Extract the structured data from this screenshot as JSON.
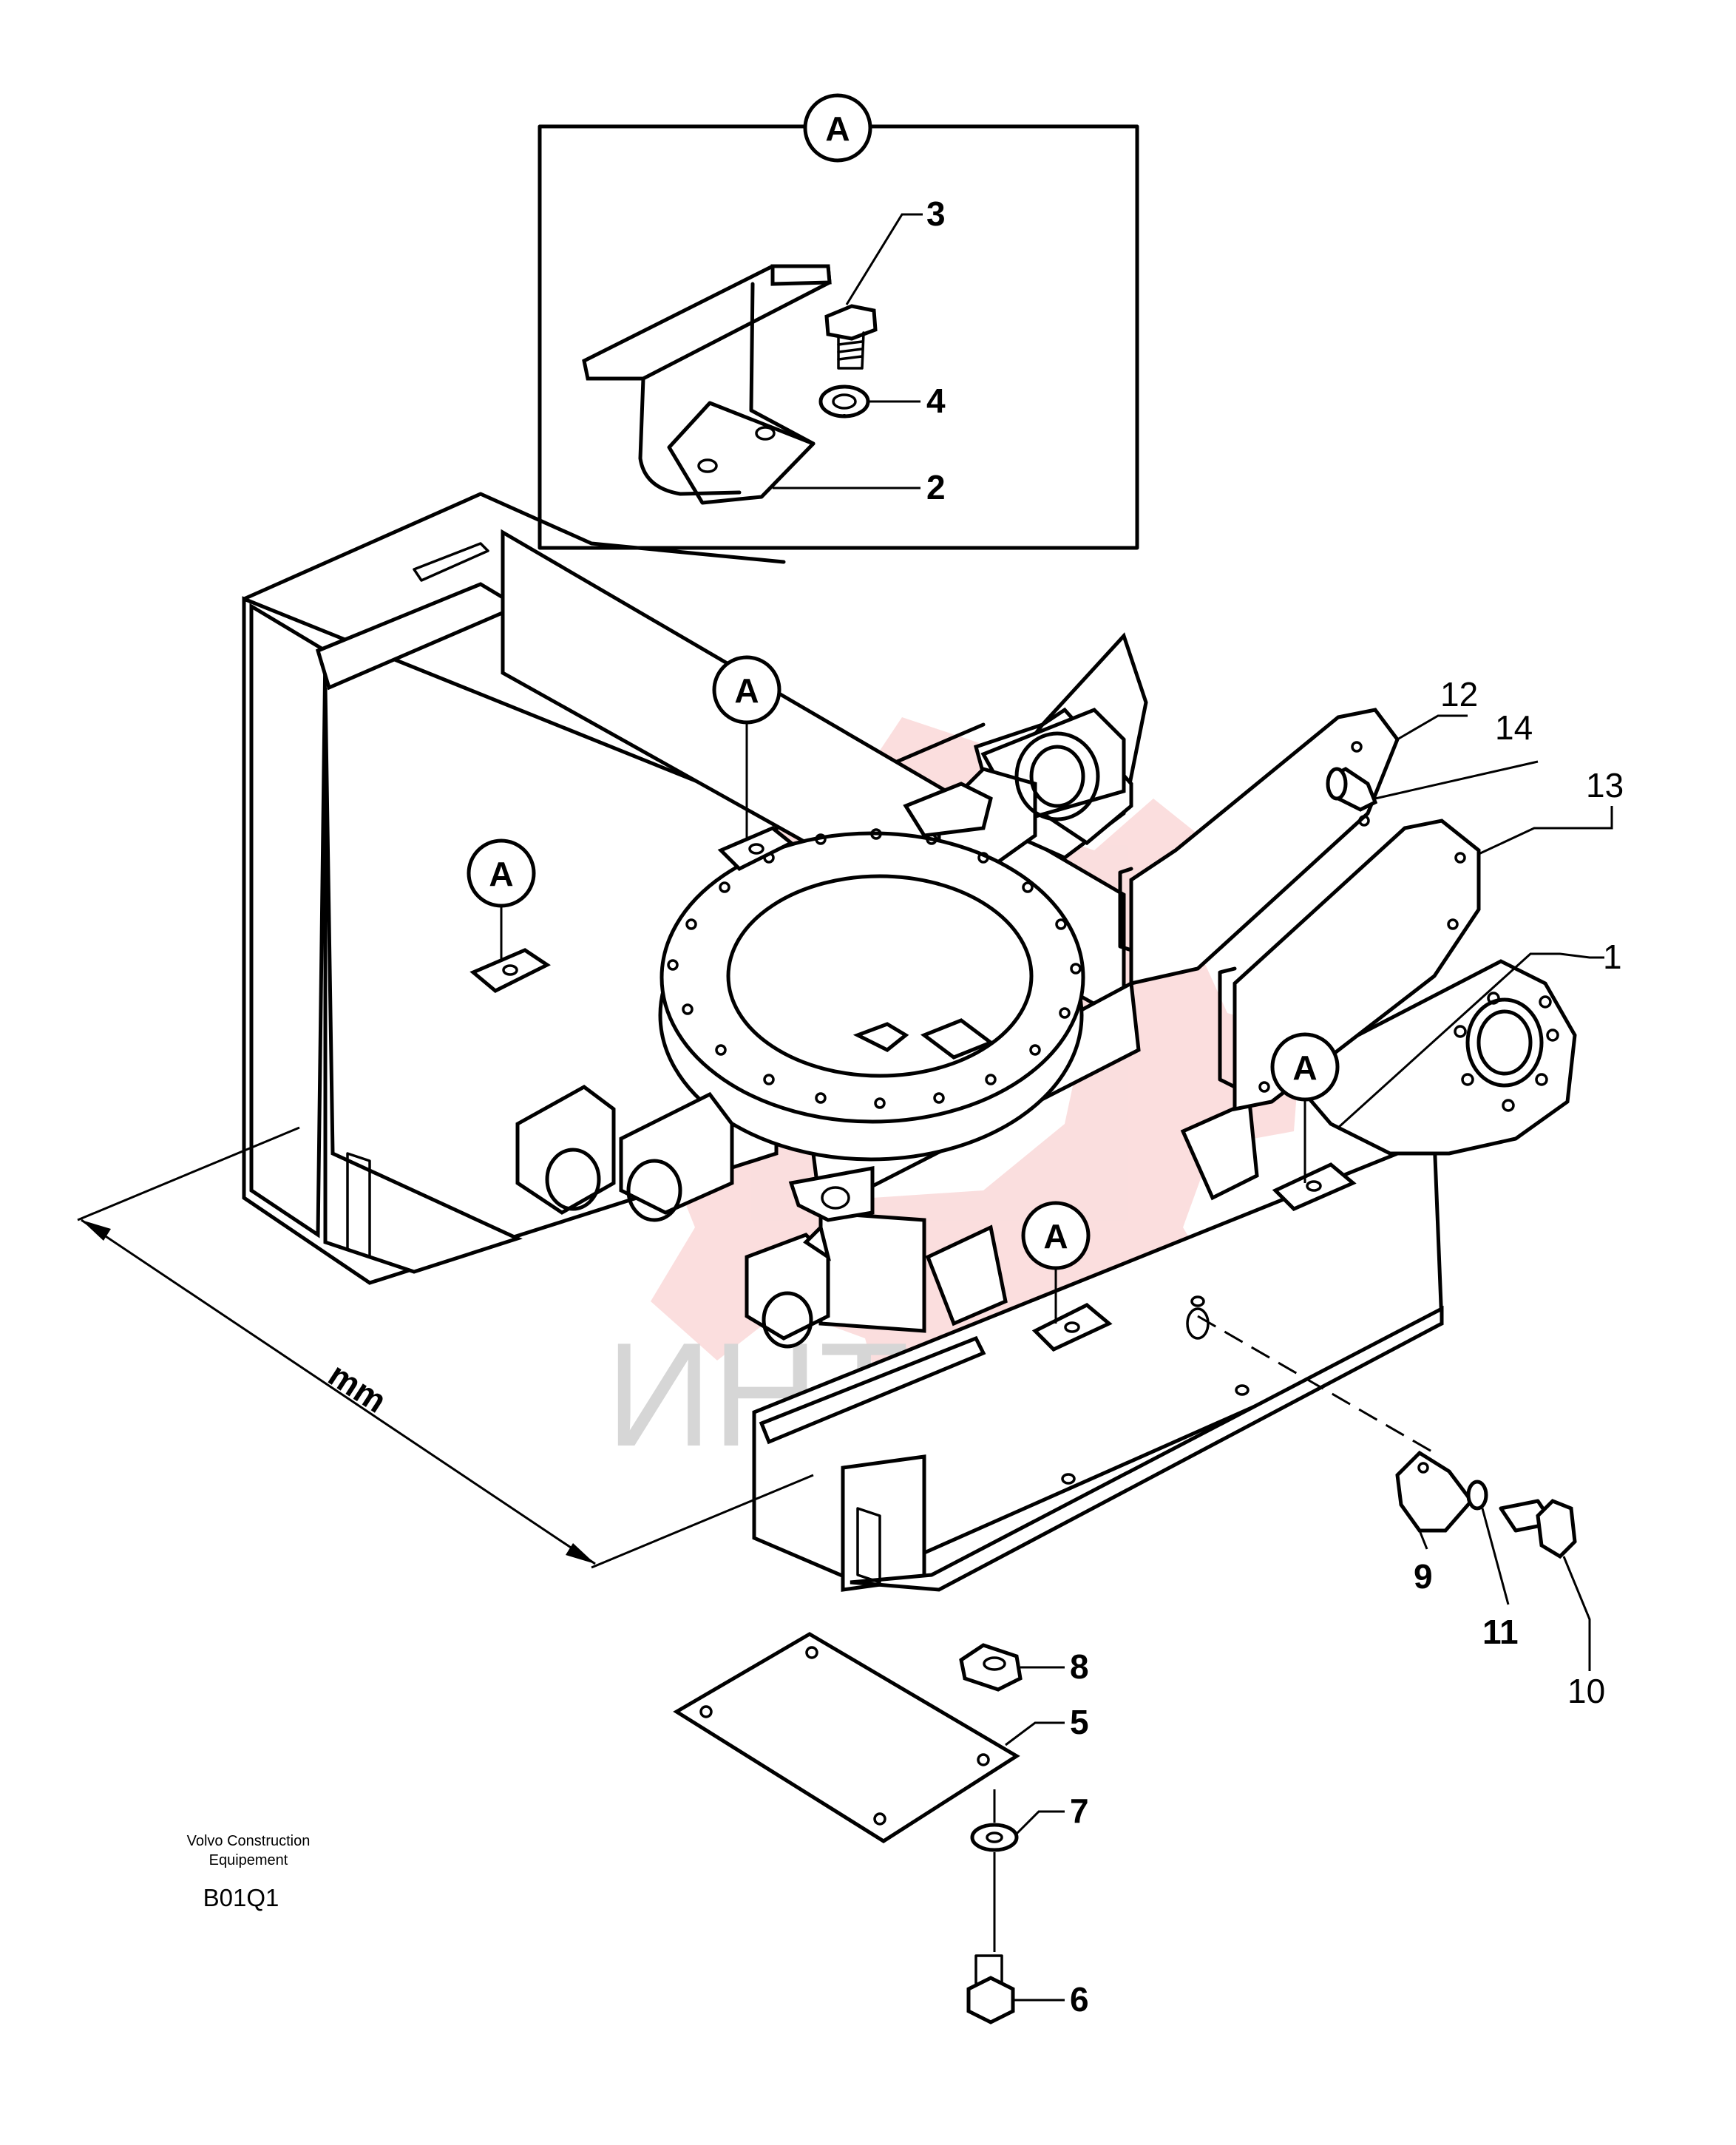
{
  "detail": {
    "letter": "A",
    "callouts": [
      "3",
      "4",
      "2"
    ]
  },
  "main": {
    "markers": [
      "A",
      "A",
      "A",
      "A"
    ],
    "callouts": [
      "12",
      "14",
      "13",
      "1",
      "9",
      "11",
      "10",
      "8",
      "5",
      "7",
      "6"
    ],
    "dimension_label": "mm"
  },
  "watermark": {
    "text": "ИНТЕХ"
  },
  "footer": {
    "company_line1": "Volvo Construction",
    "company_line2": "Equipement",
    "code": "B01Q1"
  }
}
